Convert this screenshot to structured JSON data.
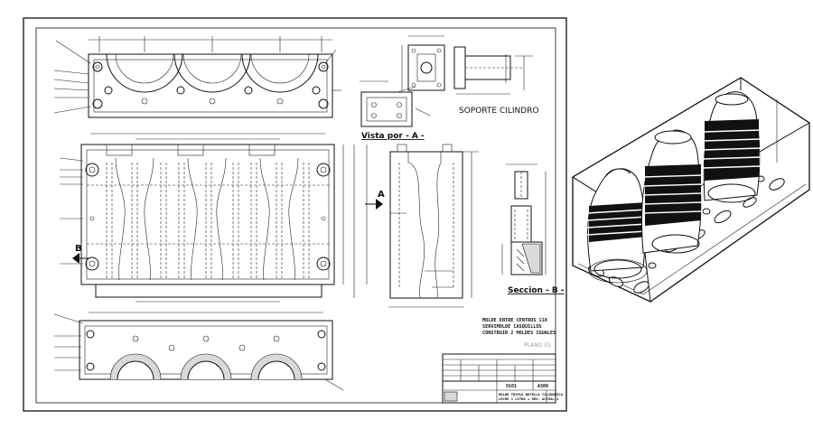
{
  "views": {
    "soporte_title": "SOPORTE CILINDRO",
    "vista_title": "Vista por - A -",
    "seccion_title": "Seccion - B -",
    "view_a_marker": "A",
    "view_b_marker": "B"
  },
  "notes": {
    "line1": "MOLDE ENTRE CENTROS 110",
    "line2": "SERVIMOLDE CASQUILLOS",
    "line3": "CONSTRUIR 2 MOLDES IGUALES",
    "plano": "PLANO 01"
  },
  "title_block": {
    "code1": "9101",
    "code2": "A300",
    "desc1": "MOLDE TRIPLE BOTELLA CILINDRICA",
    "desc2": "LECHE 1 LITRO + REG. ACTUAL 1"
  }
}
